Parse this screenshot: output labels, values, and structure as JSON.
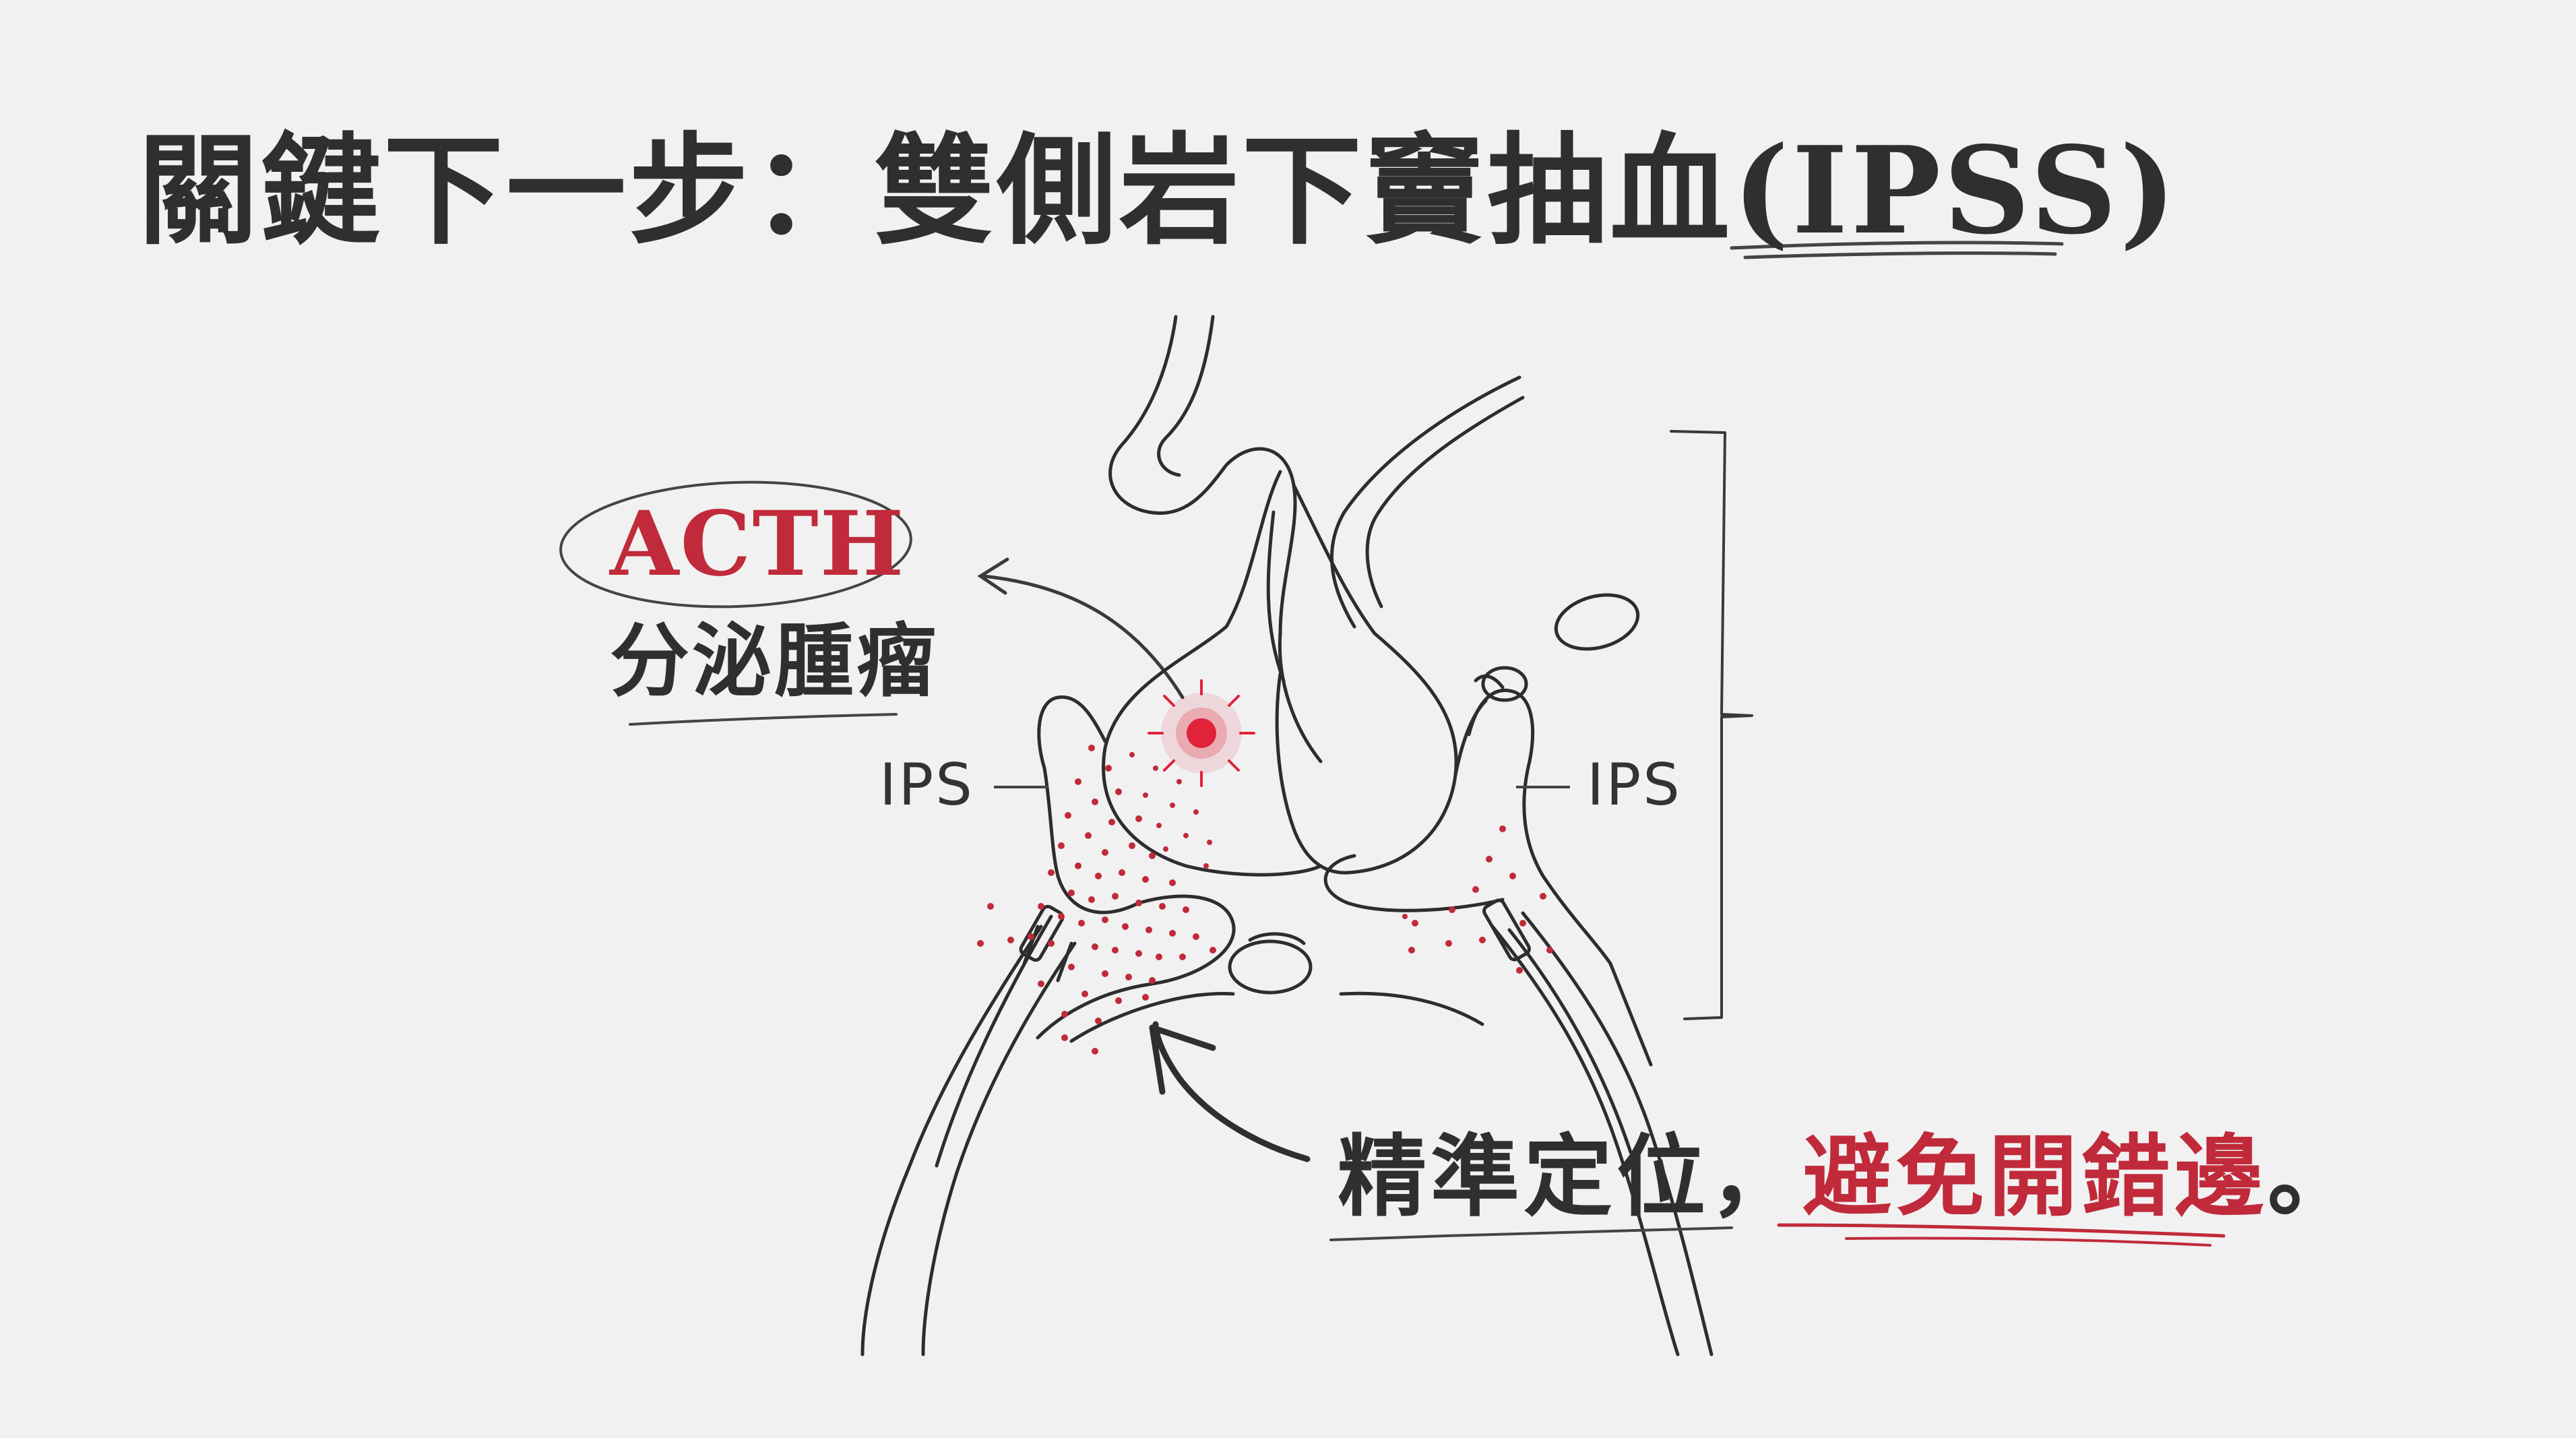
{
  "title": {
    "main": "關鍵下一步：雙側岩下竇抽血",
    "abbr": "(IPSS)"
  },
  "tumor_label": {
    "hormone": "ACTH",
    "description": "分泌腫瘤"
  },
  "sinus_labels": {
    "left": "IPS",
    "right": "IPS"
  },
  "caption": {
    "lead": "精準定位，",
    "highlight": "避免開錯邊",
    "end": "。"
  },
  "colors": {
    "background": "#f1f1f1",
    "ink": "#2f2f2f",
    "accent_red": "#c02a3a",
    "tumor_red": "#e0223a"
  }
}
